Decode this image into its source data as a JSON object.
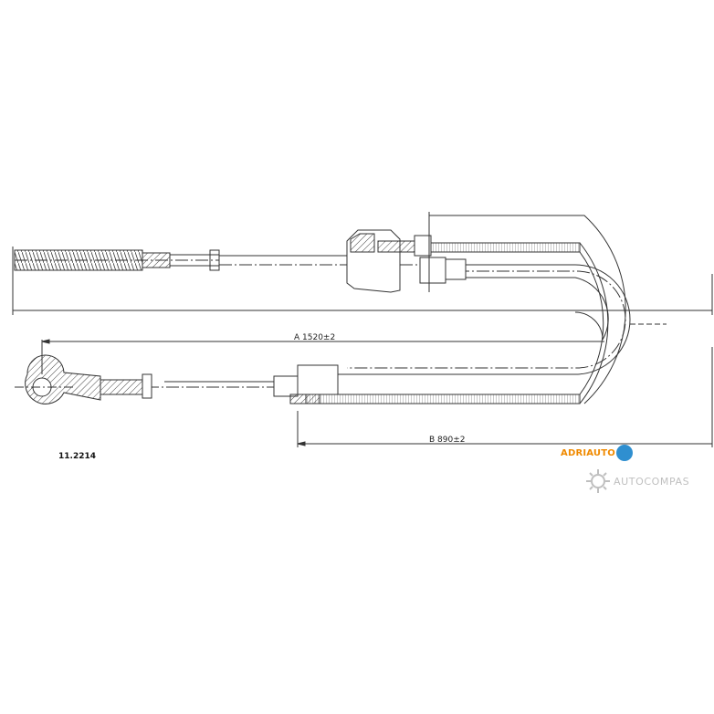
{
  "part_number": "11.2214",
  "dimensions": {
    "a": "A  1520±2",
    "b": "B  890±2"
  },
  "brand": {
    "name": "ADRIAUTO",
    "color": "#f08a00",
    "mark_color": "#2f8fd0"
  },
  "watermark": {
    "name": "AUTOCOMPAS",
    "icon": "gear-icon"
  }
}
